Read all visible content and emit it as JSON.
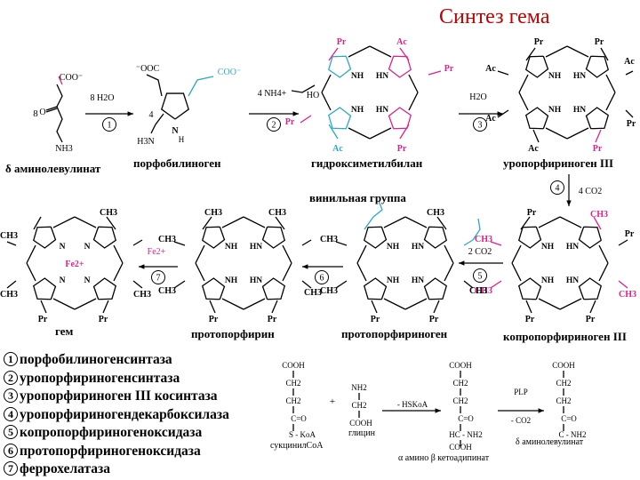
{
  "title": "Синтез гема",
  "labels": {
    "ala": "δ аминолевулинат",
    "pbg": "порфобилиноген",
    "hmb": "гидроксиметилбилан",
    "uro3": "уропорфириноген III",
    "vinyl": "винильная группа",
    "heme": "гем",
    "protoporphyrin": "протопорфирин",
    "protoporphyrinogen": "протопорфириноген",
    "coproporphyrinogen3": "копропорфириноген III",
    "succinyl": "сукцинилCoA",
    "glycine": "глицин",
    "ketoadipate": "α амино β кетоадипинат",
    "ala2": "δ аминолевулинат"
  },
  "reagents": {
    "eight": "8",
    "four": "4",
    "h2o_in": "8 H2O",
    "nh4": "4 NH4+",
    "h2o_out": "H2O",
    "co2_4": "4 CO2",
    "co2_2": "2 CO2",
    "fe": "Fe2+",
    "hskoa": "- HSKoA",
    "plp": "PLP",
    "co2_1": "- CO2",
    "plus": "+"
  },
  "substituents": {
    "pr": "Pr",
    "ac": "Ac",
    "ch3": "CH3",
    "nh": "NH",
    "hn": "HN",
    "n": "N",
    "fe_center": "Fe2+",
    "coo": "COO⁻",
    "h3n": "H3N",
    "cooh": "COOH",
    "ch2": "CH2",
    "cso": "C=O",
    "skoa": "S - KoA",
    "nh2": "NH2",
    "hcnh2": "HC - NH2",
    "cnh2": "C - NH2",
    "oh": "HO"
  },
  "enzymes": [
    {
      "n": "1",
      "name": "порфобилиногенсинтаза"
    },
    {
      "n": "2",
      "name": "уропорфириногенсинтаза"
    },
    {
      "n": "3",
      "name": "уропорфириноген III косинтаза"
    },
    {
      "n": "4",
      "name": "уропорфириногендекарбоксилаза"
    },
    {
      "n": "5",
      "name": "копропорфириногеноксидаза"
    },
    {
      "n": "6",
      "name": "протопорфириногеноксидаза"
    },
    {
      "n": "7",
      "name": "феррохелатаза"
    }
  ],
  "step_numbers": [
    "1",
    "2",
    "3",
    "4",
    "5",
    "6",
    "7"
  ],
  "colors": {
    "title": "#c00000",
    "pink": "#e0208a",
    "cyan": "#2aa8c8",
    "line": "#000000"
  }
}
